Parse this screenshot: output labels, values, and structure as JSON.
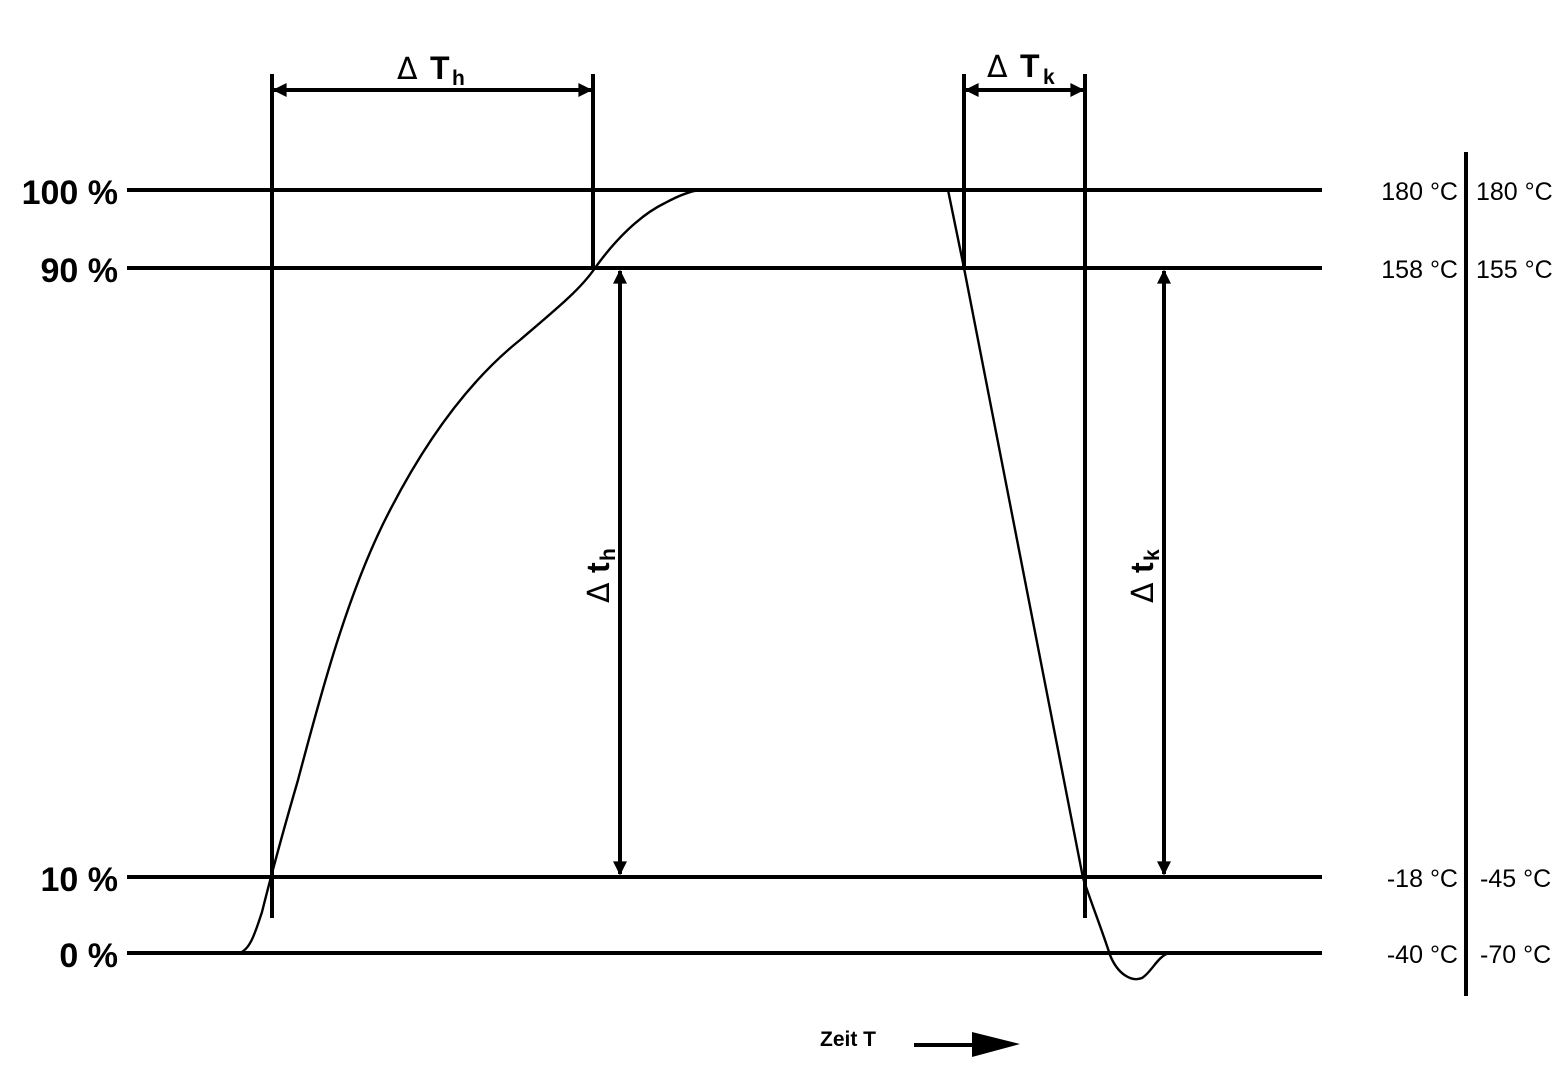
{
  "levels": [
    {
      "percent": "100 %",
      "temp_a": "180 °C",
      "temp_b": "180 °C"
    },
    {
      "percent": "90 %",
      "temp_a": "158 °C",
      "temp_b": "155 °C"
    },
    {
      "percent": "10 %",
      "temp_a": "-18 °C",
      "temp_b": "-45 °C"
    },
    {
      "percent": "0 %",
      "temp_a": "-40 °C",
      "temp_b": "-70 °C"
    }
  ],
  "labels": {
    "delta_symbol": "Δ",
    "heat_interval": {
      "main": "T",
      "sub": "h"
    },
    "cool_interval": {
      "main": "T",
      "sub": "k"
    },
    "heat_span": {
      "main": "t",
      "sub": "h"
    },
    "cool_span": {
      "main": "t",
      "sub": "k"
    }
  },
  "time_axis": {
    "label": "Zeit T"
  }
}
